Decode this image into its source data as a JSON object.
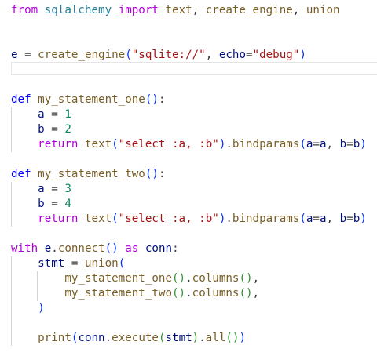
{
  "editor": {
    "language": "python",
    "colors": {
      "background": "#ffffff",
      "keyword_control": "#af00db",
      "keyword": "#0000ff",
      "function": "#795e26",
      "variable": "#001080",
      "string": "#a31515",
      "number": "#098658",
      "module": "#267f99",
      "bracket_1": "#0431fa",
      "bracket_2": "#319331",
      "bracket_3": "#7b3814",
      "indent_guide": "#d3d3d3"
    },
    "lines": [
      [
        [
          "kw-ctrl",
          "from"
        ],
        [
          "pn",
          " "
        ],
        [
          "mod",
          "sqlalchemy"
        ],
        [
          "pn",
          " "
        ],
        [
          "kw-ctrl",
          "import"
        ],
        [
          "pn",
          " "
        ],
        [
          "fn",
          "text"
        ],
        [
          "pn",
          ", "
        ],
        [
          "fn",
          "create_engine"
        ],
        [
          "pn",
          ", "
        ],
        [
          "fn",
          "union"
        ]
      ],
      [],
      [],
      [
        [
          "var",
          "e"
        ],
        [
          "pn",
          " = "
        ],
        [
          "fn",
          "create_engine"
        ],
        [
          "p1",
          "("
        ],
        [
          "str",
          "\"sqlite://\""
        ],
        [
          "pn",
          ", "
        ],
        [
          "var",
          "echo"
        ],
        [
          "pn",
          "="
        ],
        [
          "str",
          "\"debug\""
        ],
        [
          "p1",
          ")"
        ]
      ],
      [],
      [],
      [
        [
          "kw",
          "def"
        ],
        [
          "pn",
          " "
        ],
        [
          "fn",
          "my_statement_one"
        ],
        [
          "p1",
          "()"
        ],
        [
          "pn",
          ":"
        ]
      ],
      [
        [
          "pn",
          "    "
        ],
        [
          "var",
          "a"
        ],
        [
          "pn",
          " = "
        ],
        [
          "num",
          "1"
        ]
      ],
      [
        [
          "pn",
          "    "
        ],
        [
          "var",
          "b"
        ],
        [
          "pn",
          " = "
        ],
        [
          "num",
          "2"
        ]
      ],
      [
        [
          "pn",
          "    "
        ],
        [
          "kw-ctrl",
          "return"
        ],
        [
          "pn",
          " "
        ],
        [
          "fn",
          "text"
        ],
        [
          "p1",
          "("
        ],
        [
          "str",
          "\"select :a, :b\""
        ],
        [
          "p1",
          ")"
        ],
        [
          "pn",
          "."
        ],
        [
          "fn",
          "bindparams"
        ],
        [
          "p1",
          "("
        ],
        [
          "var",
          "a"
        ],
        [
          "pn",
          "="
        ],
        [
          "var",
          "a"
        ],
        [
          "pn",
          ", "
        ],
        [
          "var",
          "b"
        ],
        [
          "pn",
          "="
        ],
        [
          "var",
          "b"
        ],
        [
          "p1",
          ")"
        ]
      ],
      [],
      [
        [
          "kw",
          "def"
        ],
        [
          "pn",
          " "
        ],
        [
          "fn",
          "my_statement_two"
        ],
        [
          "p1",
          "()"
        ],
        [
          "pn",
          ":"
        ]
      ],
      [
        [
          "pn",
          "    "
        ],
        [
          "var",
          "a"
        ],
        [
          "pn",
          " = "
        ],
        [
          "num",
          "3"
        ]
      ],
      [
        [
          "pn",
          "    "
        ],
        [
          "var",
          "b"
        ],
        [
          "pn",
          " = "
        ],
        [
          "num",
          "4"
        ]
      ],
      [
        [
          "pn",
          "    "
        ],
        [
          "kw-ctrl",
          "return"
        ],
        [
          "pn",
          " "
        ],
        [
          "fn",
          "text"
        ],
        [
          "p1",
          "("
        ],
        [
          "str",
          "\"select :a, :b\""
        ],
        [
          "p1",
          ")"
        ],
        [
          "pn",
          "."
        ],
        [
          "fn",
          "bindparams"
        ],
        [
          "p1",
          "("
        ],
        [
          "var",
          "a"
        ],
        [
          "pn",
          "="
        ],
        [
          "var",
          "a"
        ],
        [
          "pn",
          ", "
        ],
        [
          "var",
          "b"
        ],
        [
          "pn",
          "="
        ],
        [
          "var",
          "b"
        ],
        [
          "p1",
          ")"
        ]
      ],
      [],
      [
        [
          "kw-ctrl",
          "with"
        ],
        [
          "pn",
          " "
        ],
        [
          "var",
          "e"
        ],
        [
          "pn",
          "."
        ],
        [
          "fn",
          "connect"
        ],
        [
          "p1",
          "()"
        ],
        [
          "pn",
          " "
        ],
        [
          "kw-ctrl",
          "as"
        ],
        [
          "pn",
          " "
        ],
        [
          "var",
          "conn"
        ],
        [
          "pn",
          ":"
        ]
      ],
      [
        [
          "pn",
          "    "
        ],
        [
          "var",
          "stmt"
        ],
        [
          "pn",
          " = "
        ],
        [
          "fn",
          "union"
        ],
        [
          "p1",
          "("
        ]
      ],
      [
        [
          "pn",
          "        "
        ],
        [
          "fn",
          "my_statement_one"
        ],
        [
          "p2",
          "()"
        ],
        [
          "pn",
          "."
        ],
        [
          "fn",
          "columns"
        ],
        [
          "p2",
          "()"
        ],
        [
          "pn",
          ","
        ]
      ],
      [
        [
          "pn",
          "        "
        ],
        [
          "fn",
          "my_statement_two"
        ],
        [
          "p2",
          "()"
        ],
        [
          "pn",
          "."
        ],
        [
          "fn",
          "columns"
        ],
        [
          "p2",
          "()"
        ],
        [
          "pn",
          ","
        ]
      ],
      [
        [
          "pn",
          "    "
        ],
        [
          "p1",
          ")"
        ]
      ],
      [],
      [
        [
          "pn",
          "    "
        ],
        [
          "fn",
          "print"
        ],
        [
          "p1",
          "("
        ],
        [
          "var",
          "conn"
        ],
        [
          "pn",
          "."
        ],
        [
          "fn",
          "execute"
        ],
        [
          "p2",
          "("
        ],
        [
          "var",
          "stmt"
        ],
        [
          "p2",
          ")"
        ],
        [
          "pn",
          "."
        ],
        [
          "fn",
          "all"
        ],
        [
          "p2",
          "()"
        ],
        [
          "p1",
          ")"
        ]
      ]
    ]
  }
}
